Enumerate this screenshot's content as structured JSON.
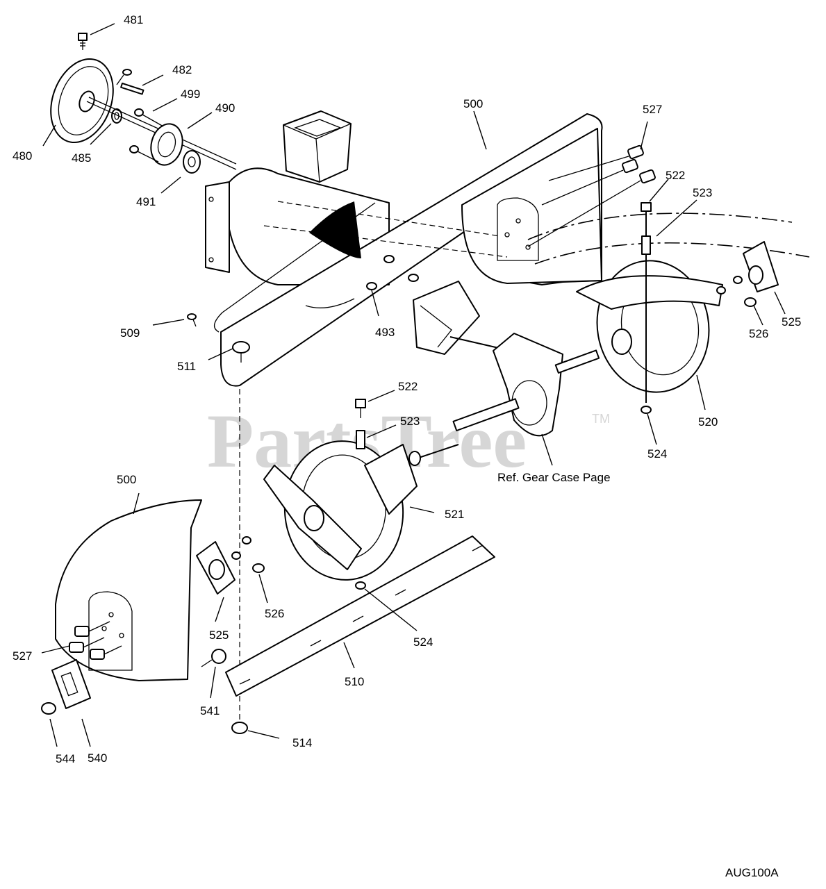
{
  "watermark": {
    "text": "PartsTree",
    "trademark": "TM"
  },
  "drawing_code": "AUG100A",
  "reference_note": "Ref. Gear Case Page",
  "callouts": [
    {
      "id": "c-481",
      "text": "481"
    },
    {
      "id": "c-482",
      "text": "482"
    },
    {
      "id": "c-499",
      "text": "499"
    },
    {
      "id": "c-490",
      "text": "490"
    },
    {
      "id": "c-480",
      "text": "480"
    },
    {
      "id": "c-485",
      "text": "485"
    },
    {
      "id": "c-491",
      "text": "491"
    },
    {
      "id": "c-500a",
      "text": "500"
    },
    {
      "id": "c-527a",
      "text": "527"
    },
    {
      "id": "c-522a",
      "text": "522"
    },
    {
      "id": "c-523a",
      "text": "523"
    },
    {
      "id": "c-509",
      "text": "509"
    },
    {
      "id": "c-493",
      "text": "493"
    },
    {
      "id": "c-511",
      "text": "511"
    },
    {
      "id": "c-526a",
      "text": "526"
    },
    {
      "id": "c-525a",
      "text": "525"
    },
    {
      "id": "c-522b",
      "text": "522"
    },
    {
      "id": "c-523b",
      "text": "523"
    },
    {
      "id": "c-520",
      "text": "520"
    },
    {
      "id": "c-524a",
      "text": "524"
    },
    {
      "id": "c-500b",
      "text": "500"
    },
    {
      "id": "c-521",
      "text": "521"
    },
    {
      "id": "c-526b",
      "text": "526"
    },
    {
      "id": "c-525b",
      "text": "525"
    },
    {
      "id": "c-524b",
      "text": "524"
    },
    {
      "id": "c-527b",
      "text": "527"
    },
    {
      "id": "c-510",
      "text": "510"
    },
    {
      "id": "c-541",
      "text": "541"
    },
    {
      "id": "c-514",
      "text": "514"
    },
    {
      "id": "c-544",
      "text": "544"
    },
    {
      "id": "c-540",
      "text": "540"
    }
  ]
}
